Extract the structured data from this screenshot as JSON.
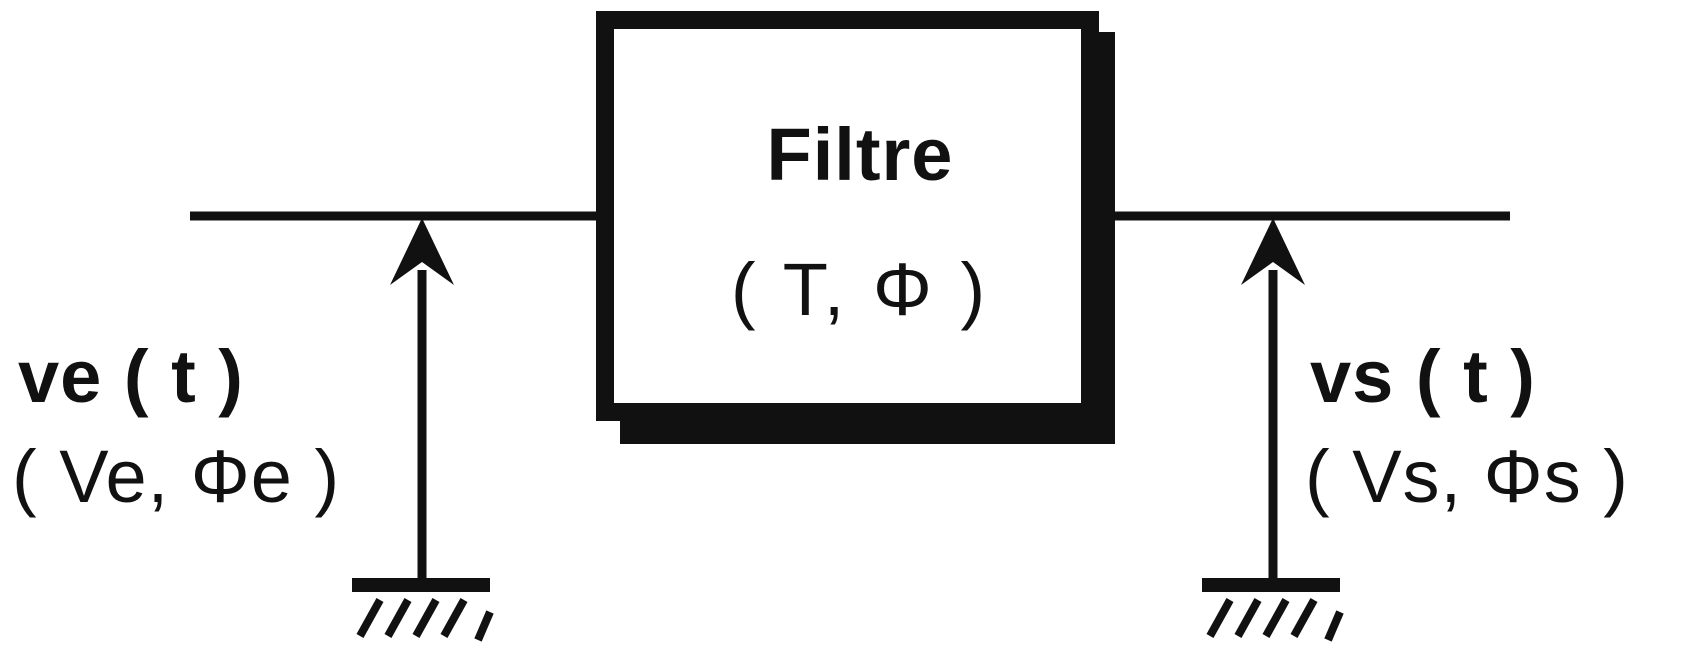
{
  "filter": {
    "title": "Filtre",
    "params": "( T, Φ )"
  },
  "input": {
    "signal": "ve ( t )",
    "params": "( Ve, Φe )"
  },
  "output": {
    "signal": "vs ( t )",
    "params": "( Vs,  Φs )"
  },
  "colors": {
    "stroke": "#111111",
    "background": "#ffffff"
  }
}
